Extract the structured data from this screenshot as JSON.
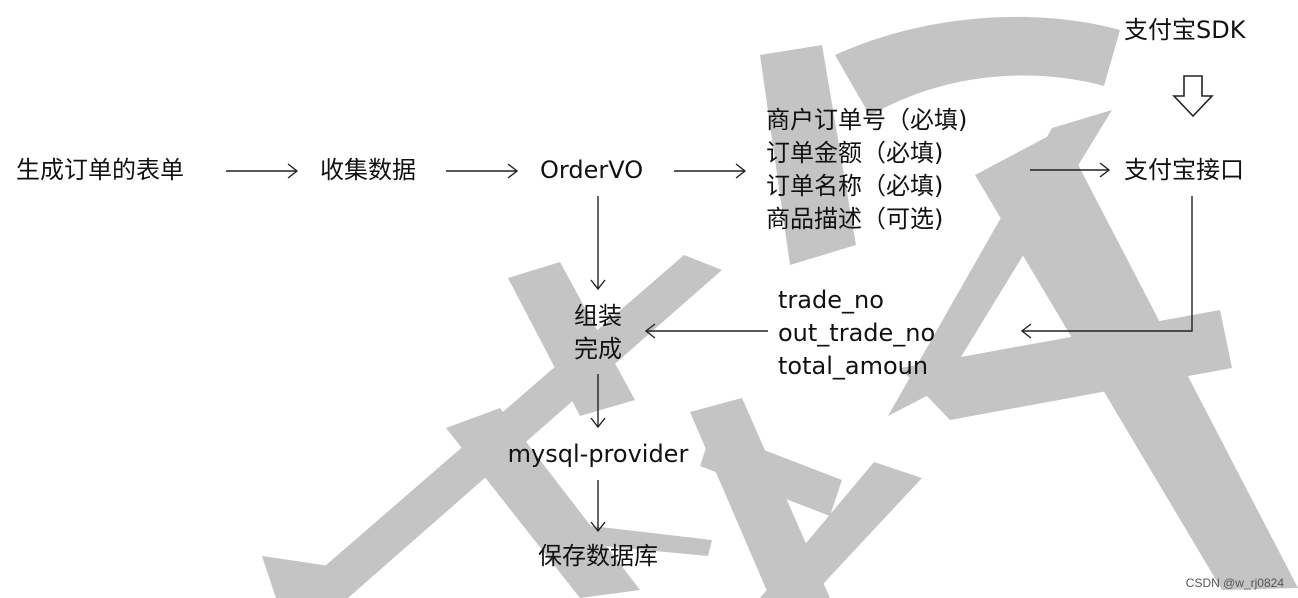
{
  "nodes": {
    "form": "生成订单的表单",
    "collect": "收集数据",
    "ordervo": "OrderVO",
    "order_fields": [
      "商户订单号（必填)",
      "订单金额（必填)",
      "订单名称（必填)",
      "商品描述（可选)"
    ],
    "alipay_sdk": "支付宝SDK",
    "alipay_api": "支付宝接口",
    "return_fields": [
      "trade_no",
      "out_trade_no",
      "total_amoun"
    ],
    "assemble_line1": "组装",
    "assemble_line2": "完成",
    "provider": "mysql-provider",
    "save_db": "保存数据库"
  },
  "watermark": {
    "text": "CSDN @w_rj0824",
    "brush_color": "#c4c4c4"
  },
  "colors": {
    "arrow": "#222222",
    "text": "#111111"
  }
}
